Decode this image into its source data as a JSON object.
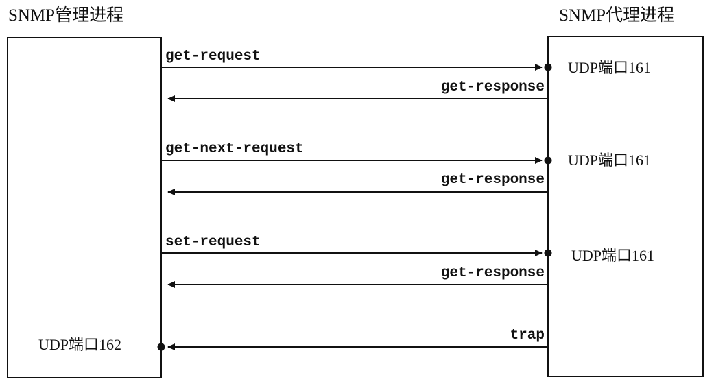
{
  "manager": {
    "title": "SNMP管理进程",
    "port": "UDP端口162"
  },
  "agent": {
    "title": "SNMP代理进程"
  },
  "exchanges": [
    {
      "request": "get-request",
      "response": "get-response",
      "agent_port": "UDP端口161"
    },
    {
      "request": "get-next-request",
      "response": "get-response",
      "agent_port": "UDP端口161"
    },
    {
      "request": "set-request",
      "response": "get-response",
      "agent_port": "UDP端口161"
    }
  ],
  "trap": {
    "label": "trap"
  }
}
